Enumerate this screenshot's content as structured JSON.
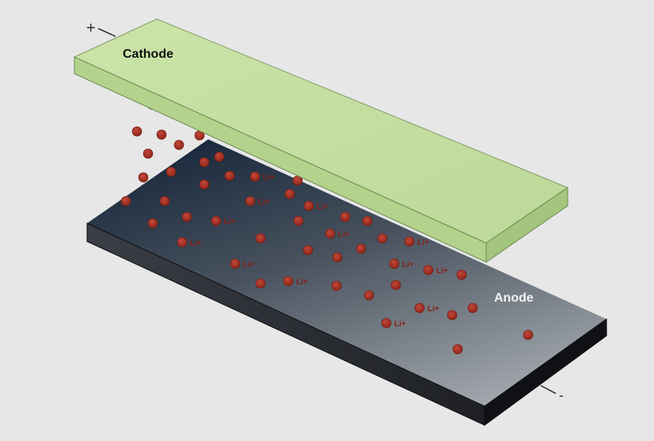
{
  "diagram": {
    "cathode_label": "Cathode",
    "anode_label": "Anode",
    "positive_terminal": "+",
    "negative_terminal": "-",
    "ion_label": "Li+",
    "colors": {
      "background": "#e7e7e7",
      "cathode_top": "#c4dea0",
      "cathode_front": "#b2d18a",
      "cathode_side": "#9fbf78",
      "anode_top_light": "#9aa0a6",
      "anode_top_dark": "#16263a",
      "anode_front": "#2a2d33",
      "anode_side": "#111215",
      "ion": "#9e2d20"
    }
  }
}
